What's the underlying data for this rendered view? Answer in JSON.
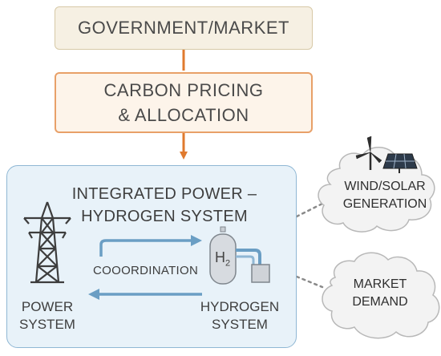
{
  "nodes": {
    "government": "GOVERNMENT/MARKET",
    "carbon_line1": "CARBON PRICING",
    "carbon_line2": "& ALLOCATION",
    "system_line1": "INTEGRATED POWER –",
    "system_line2": "HYDROGEN SYSTEM",
    "power_line1": "POWER",
    "power_line2": "SYSTEM",
    "hydrogen_line1": "HYDROGEN",
    "hydrogen_line2": "SYSTEM",
    "coordination": "COOORDINATION",
    "h2_symbol": "H",
    "h2_subscript": "2",
    "renew_line1": "WIND/SOLAR",
    "renew_line2": "GENERATION",
    "demand_line1": "MARKET",
    "demand_line2": "DEMAND"
  },
  "icons": [
    "transmission-tower-icon",
    "hydrogen-tank-icon",
    "wind-turbine-icon",
    "solar-panel-icon"
  ],
  "colors": {
    "flow_arrow": "#e07a2e",
    "coordination_arrow": "#6a9ec4",
    "system_fill": "#e8f2f9",
    "system_border": "#8fb7d4",
    "carbon_border": "#e8a068",
    "gov_fill": "#f6f0e3"
  }
}
